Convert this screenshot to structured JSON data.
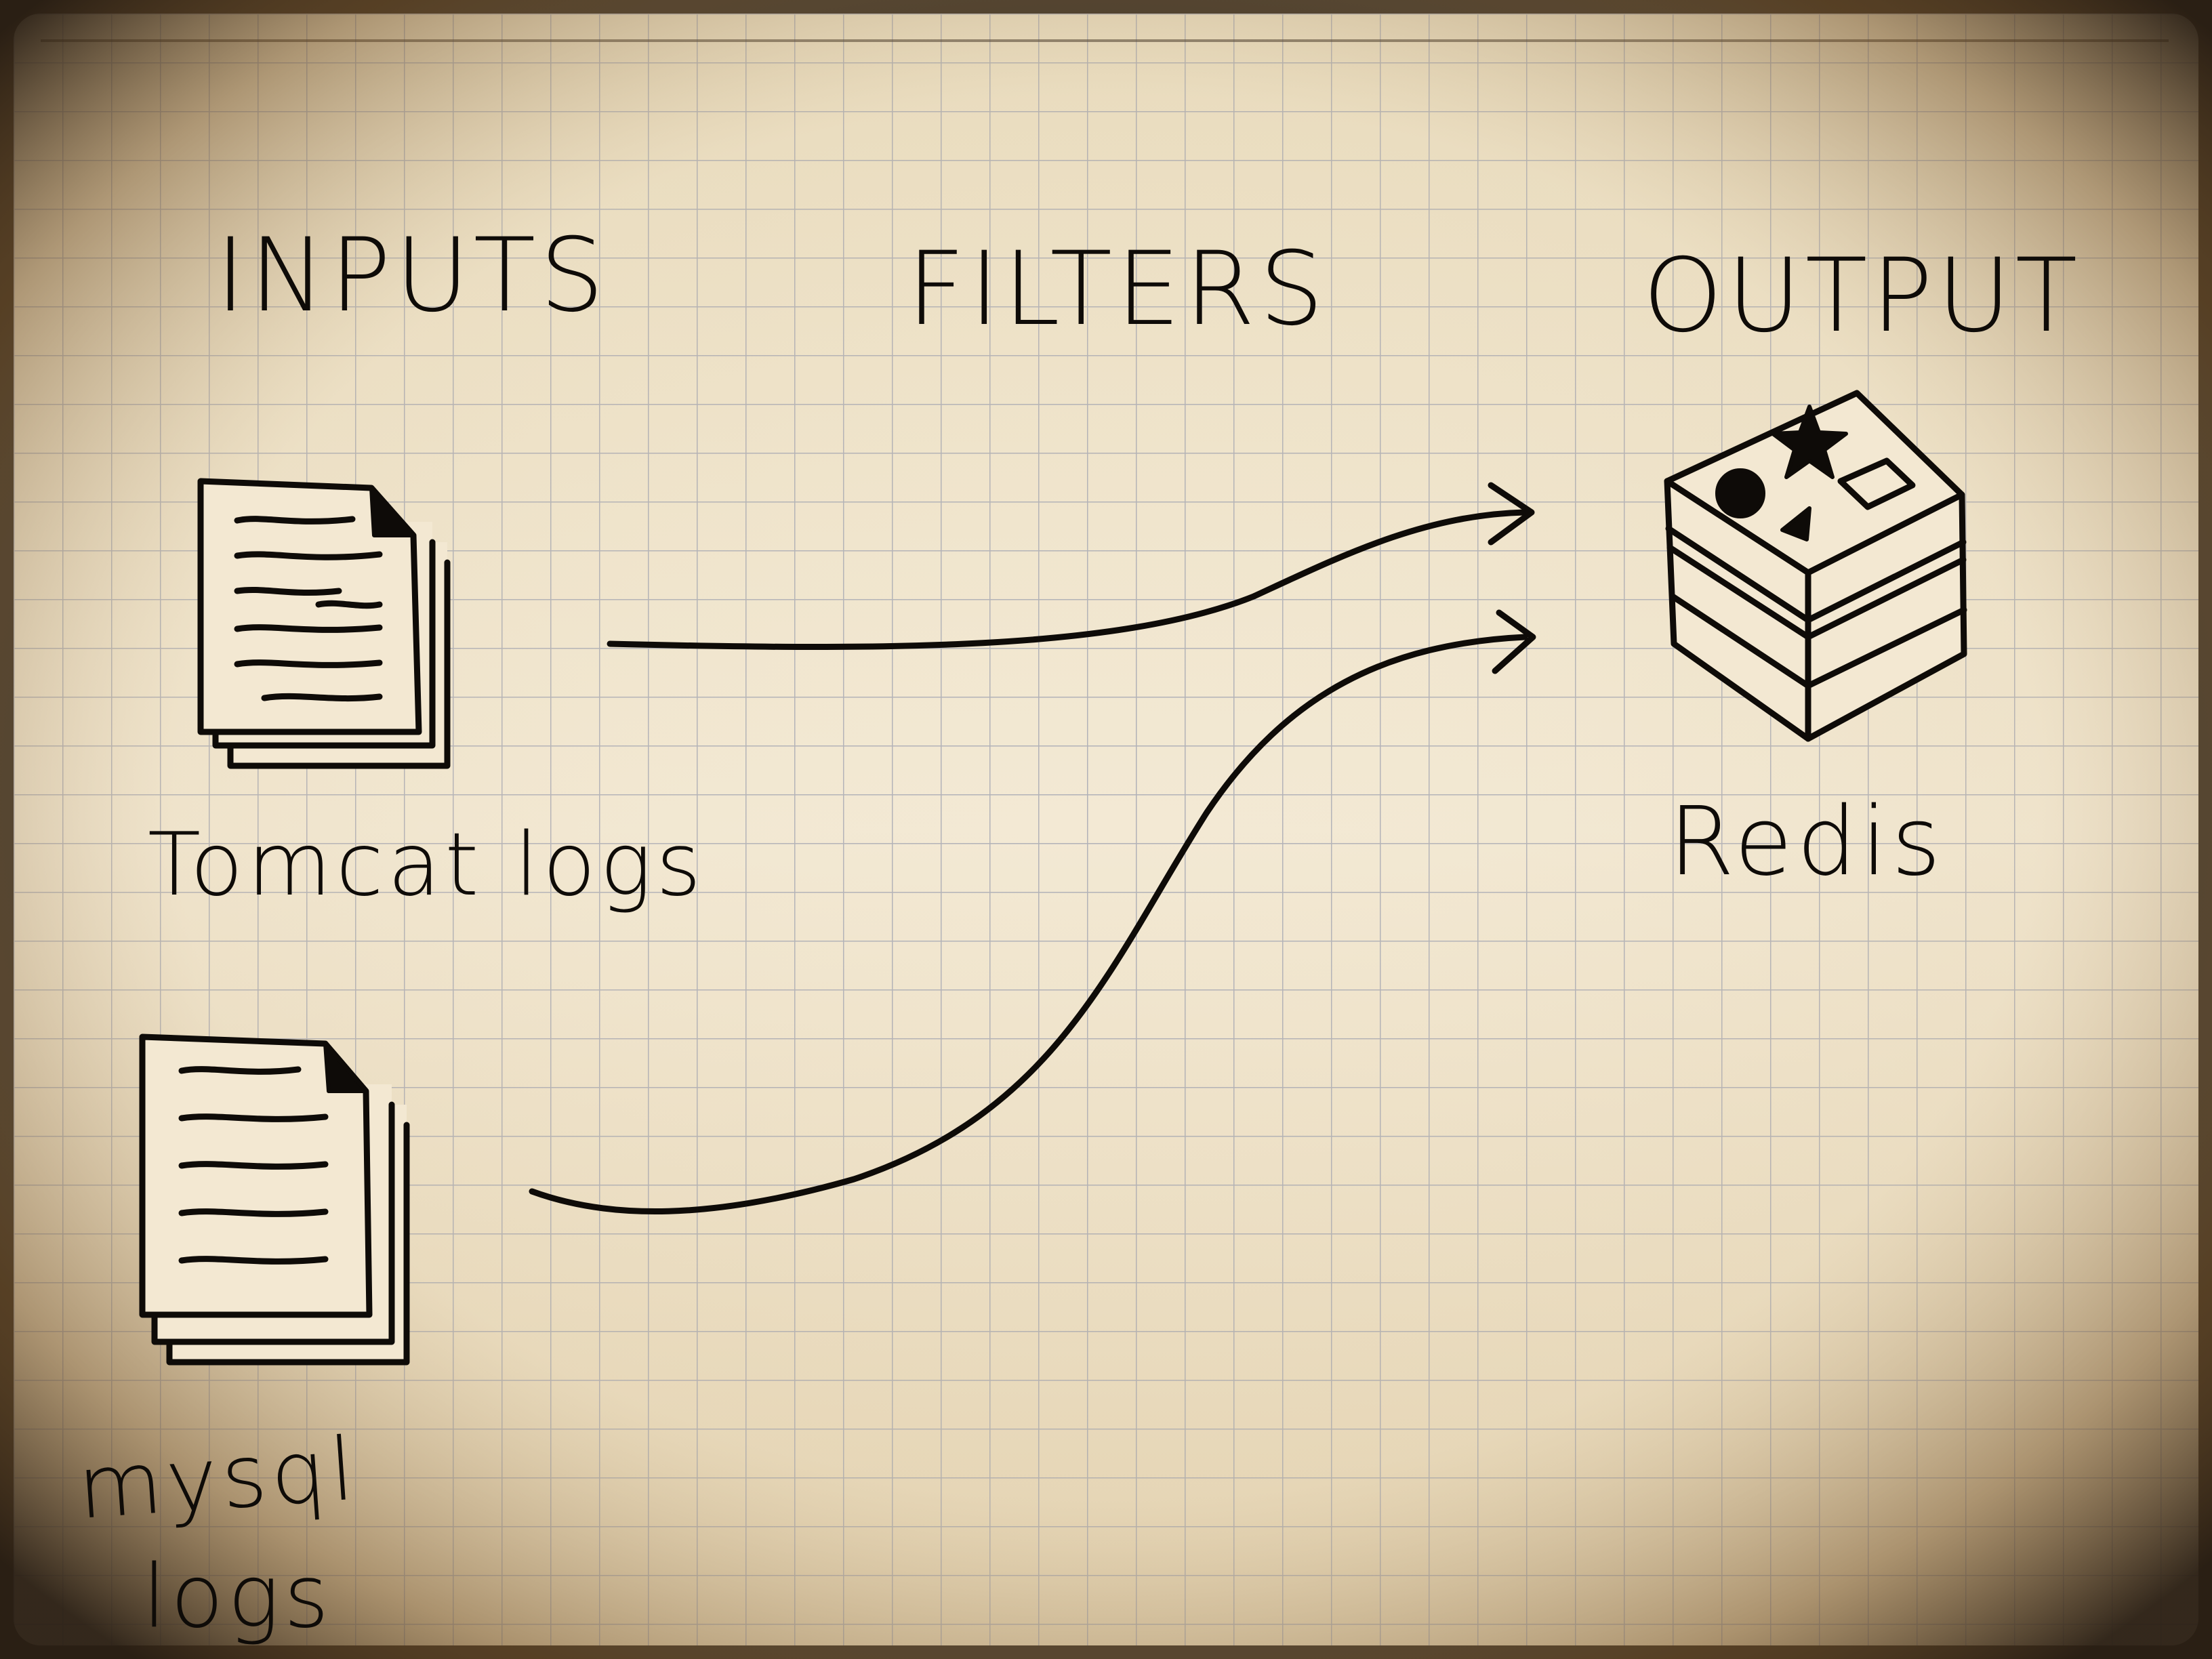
{
  "headings": {
    "inputs": "INPUTS",
    "filters": "FILTERS",
    "output": "OUTPUT"
  },
  "sources": [
    {
      "label": "Tomcat logs",
      "icon": "document-stack-icon"
    },
    {
      "label_line1": "mysql",
      "label_line2": "logs",
      "icon": "document-stack-icon"
    }
  ],
  "destination": {
    "label": "Redis",
    "icon": "redis-cube-icon"
  },
  "colors": {
    "paper": "#efe2c8",
    "grid": "#9a9fae",
    "ink": "#0e0b08",
    "vignette": "#2a1f14"
  }
}
